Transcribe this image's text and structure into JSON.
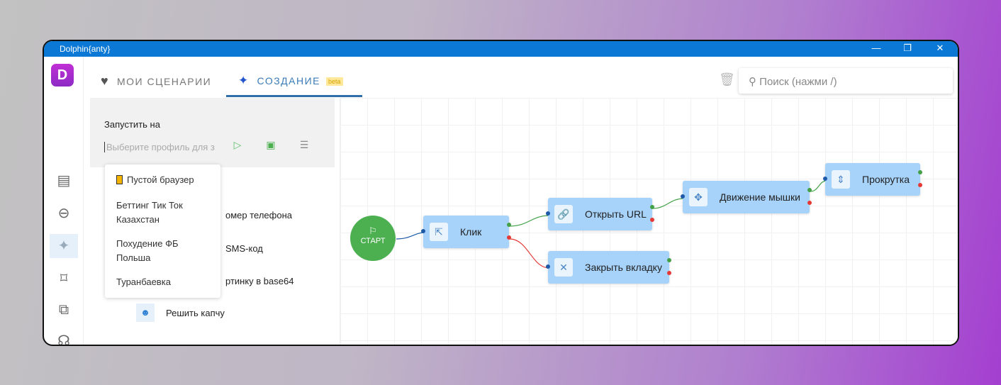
{
  "window": {
    "title": "Dolphin{anty}",
    "controls": [
      "minimize",
      "restore",
      "close"
    ]
  },
  "sidebar": {
    "icons": [
      "browser-profiles-icon",
      "proxy-link-icon",
      "automation-icon",
      "bookmark-icon",
      "extensions-icon",
      "team-icon"
    ],
    "active": "automation-icon"
  },
  "tabs": [
    {
      "label": "МОИ СЦЕНАРИИ",
      "icon": "heart-icon"
    },
    {
      "label": "СОЗДАНИЕ",
      "icon": "sparkle-icon",
      "badge": "beta",
      "active": true
    }
  ],
  "search": {
    "placeholder": "Поиск (нажми /)"
  },
  "run": {
    "label": "Запустить на",
    "placeholder": "Выберите профиль для з"
  },
  "dropdown": [
    {
      "label": "Пустой браузер"
    },
    {
      "label": "Беттинг Тик Ток Казахстан"
    },
    {
      "label": "Похудение ФБ Польша"
    },
    {
      "label": "Туранбаевка"
    }
  ],
  "list_items": [
    "омер телефона",
    "SMS-код",
    "ртинку в base64",
    "Решить капчу"
  ],
  "flow": {
    "start": "СТАРТ",
    "nodes": [
      {
        "id": "click",
        "label": "Клик",
        "icon": "cursor-click-icon"
      },
      {
        "id": "open",
        "label": "Открыть URL",
        "icon": "link-icon"
      },
      {
        "id": "close",
        "label": "Закрыть вкладку",
        "icon": "close-icon"
      },
      {
        "id": "move",
        "label": "Движение мышки",
        "icon": "move-icon"
      },
      {
        "id": "scroll",
        "label": "Прокрутка",
        "icon": "scroll-icon"
      }
    ],
    "edges": [
      [
        "start",
        "click",
        "default"
      ],
      [
        "click",
        "open",
        "success"
      ],
      [
        "click",
        "close",
        "error"
      ],
      [
        "open",
        "move",
        "success"
      ],
      [
        "move",
        "scroll",
        "success"
      ]
    ],
    "colors": {
      "success": "#43a047",
      "error": "#e53935",
      "default": "#1e5aa8",
      "node": "#a7d3fb",
      "start": "#4caf50"
    }
  }
}
